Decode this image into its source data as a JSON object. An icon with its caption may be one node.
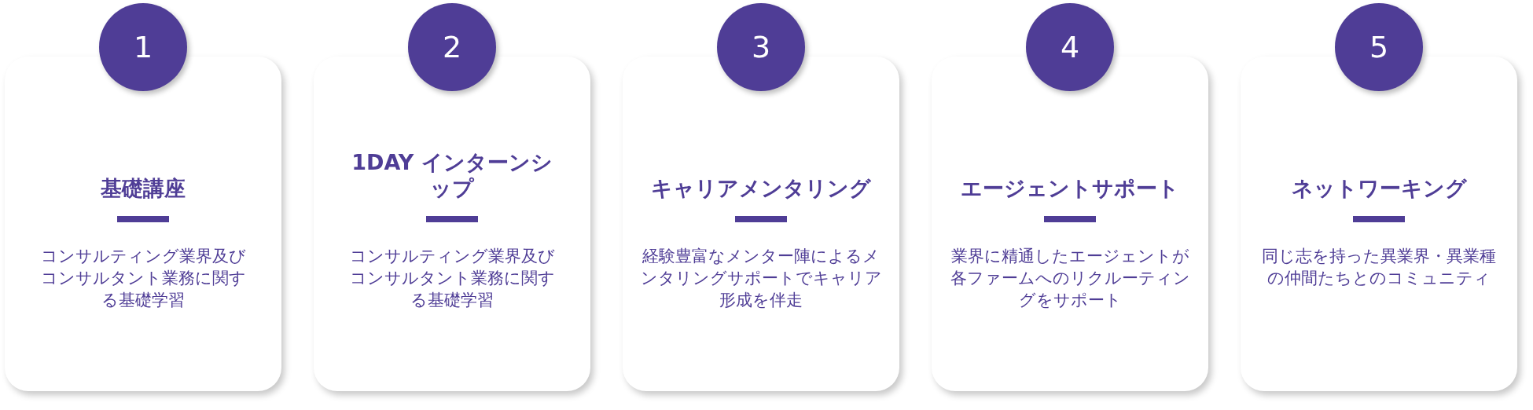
{
  "diagram": {
    "nodes": [
      {
        "text": [
          "1"
        ]
      },
      {
        "text": [
          "基礎講座",
          "コンサルティング業界及びコンサルタント業務に関する基礎学習"
        ]
      },
      {
        "text": [
          "2"
        ]
      },
      {
        "text": [
          "1DAY インターンシップ",
          "コンサルティング業界及びコンサルタント業務に関する基礎学習"
        ]
      },
      {
        "text": [
          "3"
        ]
      },
      {
        "text": [
          "キャリアメンタリング",
          "経験豊富なメンター陣によるメンタリングサポートでキャリア形成を伴走"
        ]
      },
      {
        "text": [
          "4"
        ]
      },
      {
        "text": [
          "エージェントサポート",
          "業界に精通したエージェントが各ファームへのリクルーティングをサポート"
        ]
      },
      {
        "text": [
          "5"
        ]
      },
      {
        "text": [
          "ネットワーキング",
          "同じ志を持った異業界・異業種の仲間たちとのコミュニティ"
        ]
      }
    ]
  }
}
